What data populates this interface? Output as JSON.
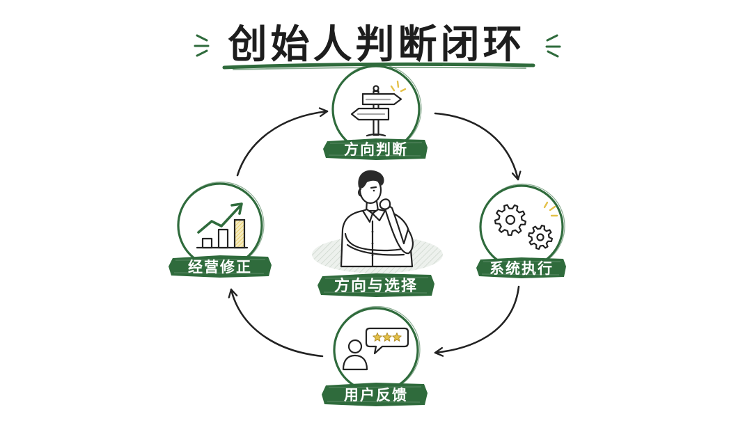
{
  "title": "创始人判断闭环",
  "center": {
    "label": "方向与选择",
    "icon": "thinking-person-icon"
  },
  "nodes": [
    {
      "label": "方向判断",
      "icon": "signpost-icon"
    },
    {
      "label": "系统执行",
      "icon": "gears-icon"
    },
    {
      "label": "用户反馈",
      "icon": "user-feedback-icon"
    },
    {
      "label": "经营修正",
      "icon": "growth-chart-icon"
    }
  ],
  "colors": {
    "accent": "#2f6b3c",
    "highlight": "#e4c14a",
    "ink": "#222222",
    "background": "#ffffff"
  }
}
